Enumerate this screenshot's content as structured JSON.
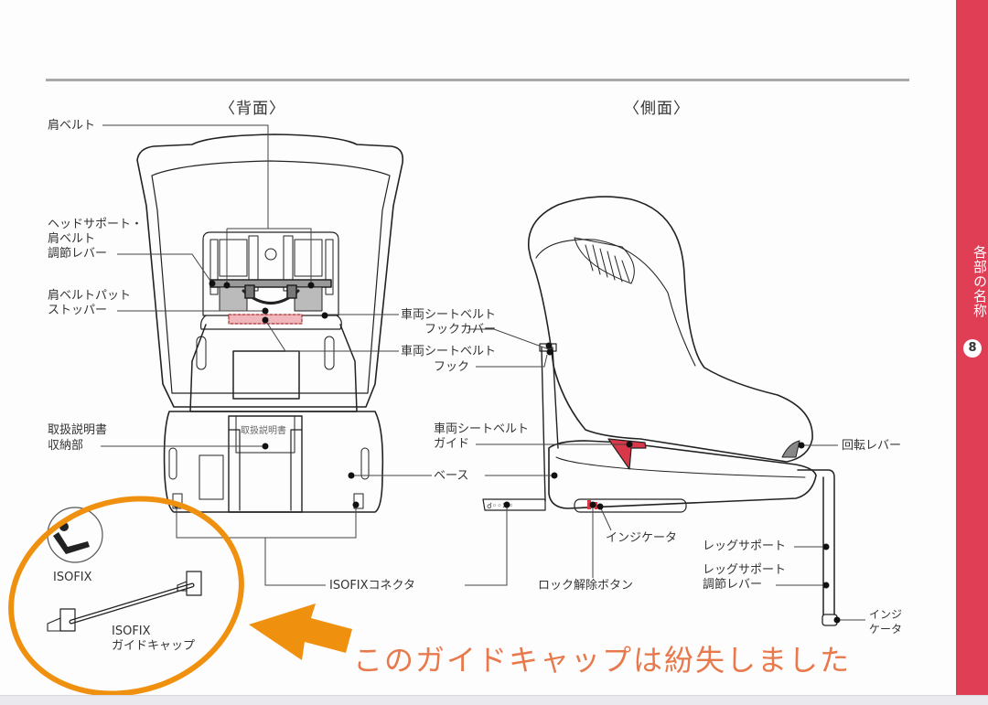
{
  "page": {
    "side_tab": {
      "label": "各部の名称",
      "page_number": "8",
      "color": "#e03e55"
    }
  },
  "back_view": {
    "title": "〈背面〉",
    "labels": {
      "shoulder_belt": "肩ベルト",
      "head_support_line1": "ヘッドサポート・",
      "head_support_line2": "肩ベルト",
      "head_support_line3": "調節レバー",
      "belt_pad_stopper_line1": "肩ベルトパット",
      "belt_pad_stopper_line2": "ストッパー",
      "manual_storage_line1": "取扱説明書",
      "manual_storage_line2": "収納部",
      "manual_slot_text": "取扱説明書",
      "hook_cover_line1": "車両シートベルト",
      "hook_cover_line2": "フックカバー",
      "hook_line1": "車両シートベルト",
      "hook_line2": "フック",
      "isofix_connector": "ISOFIXコネクタ"
    }
  },
  "side_view": {
    "title": "〈側面〉",
    "labels": {
      "belt_guide_line1": "車両シートベルト",
      "belt_guide_line2": "ガイド",
      "base": "ベース",
      "rotation_lever": "回転レバー",
      "indicator": "インジケータ",
      "lock_release_button": "ロック解除ボタン",
      "leg_support": "レッグサポート",
      "leg_support_lever_line1": "レッグサポート",
      "leg_support_lever_line2": "調節レバー",
      "leg_indicator_line1": "インジ",
      "leg_indicator_line2": "ケータ"
    },
    "accent_color": "#d9384a"
  },
  "isofix": {
    "icon_label": "ISOFIX",
    "guide_cap_line1": "ISOFIX",
    "guide_cap_line2": "ガイドキャップ"
  },
  "annotation": {
    "note": "このガイドキャップは紛失しました",
    "circle_color": "#f0900f",
    "arrow_color": "#f0900f",
    "text_color": "#e8794c"
  }
}
